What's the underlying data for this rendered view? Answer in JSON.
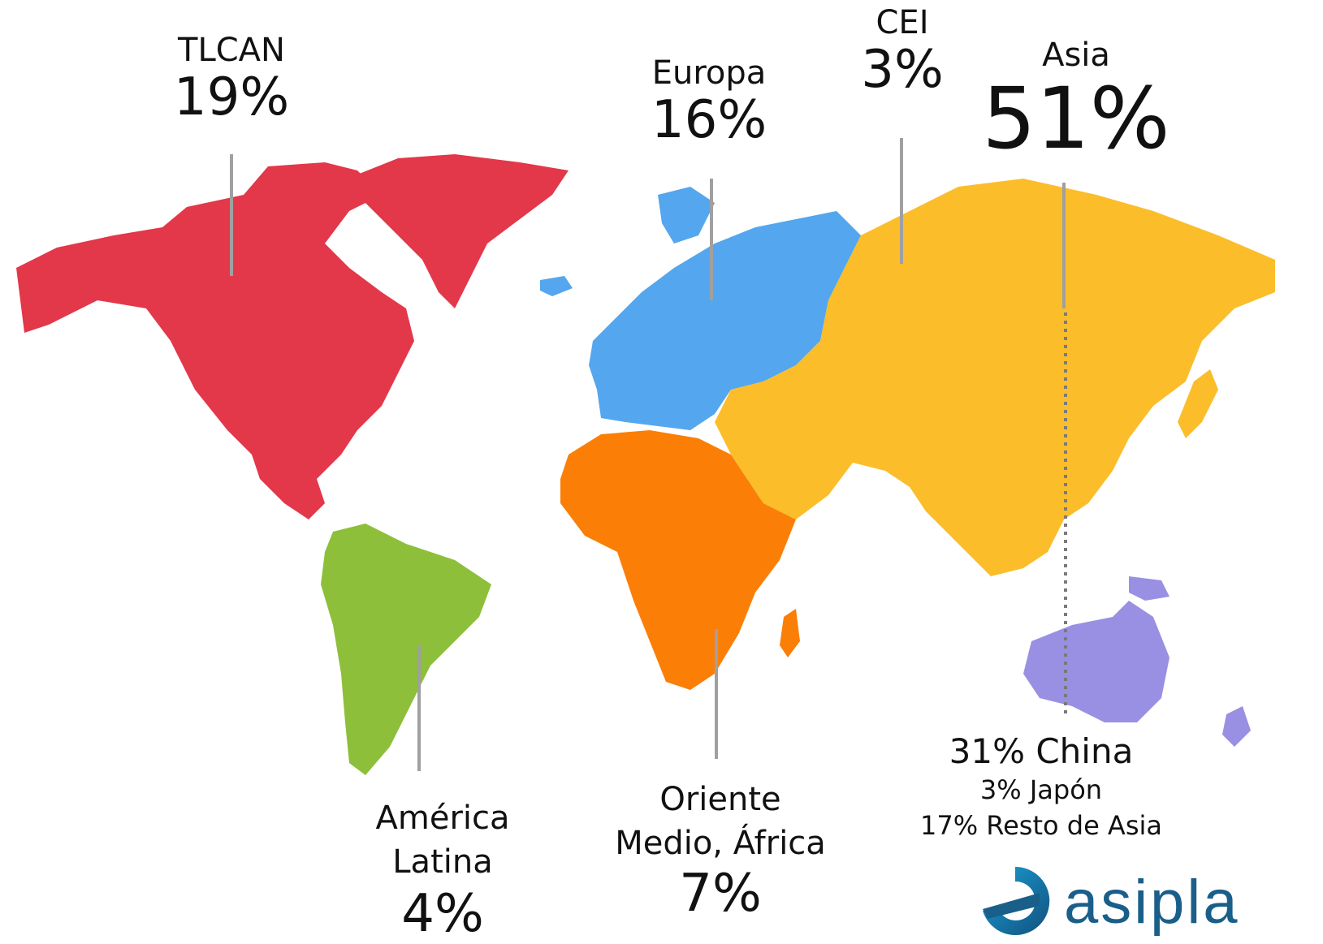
{
  "regions": {
    "tlcan": {
      "name": "TLCAN",
      "pct": "19%",
      "color": "#e3374a"
    },
    "europa": {
      "name": "Europa",
      "pct": "16%",
      "color": "#54a6ee"
    },
    "cei": {
      "name": "CEI",
      "pct": "3%"
    },
    "asia": {
      "name": "Asia",
      "pct": "51%",
      "color": "#fbbd2a"
    },
    "latam": {
      "name_line1": "América",
      "name_line2": "Latina",
      "pct": "4%",
      "color": "#8dbf3a"
    },
    "mea": {
      "name_line1": "Oriente",
      "name_line2": "Medio, África",
      "pct": "7%",
      "color": "#fb7f06"
    },
    "oceania": {
      "color": "#9990e4"
    }
  },
  "asia_breakdown": {
    "china": "31% China",
    "japan": "3% Japón",
    "rest": "17% Resto de Asia"
  },
  "logo": {
    "text": "asipla",
    "color": "#1a5f8a"
  }
}
